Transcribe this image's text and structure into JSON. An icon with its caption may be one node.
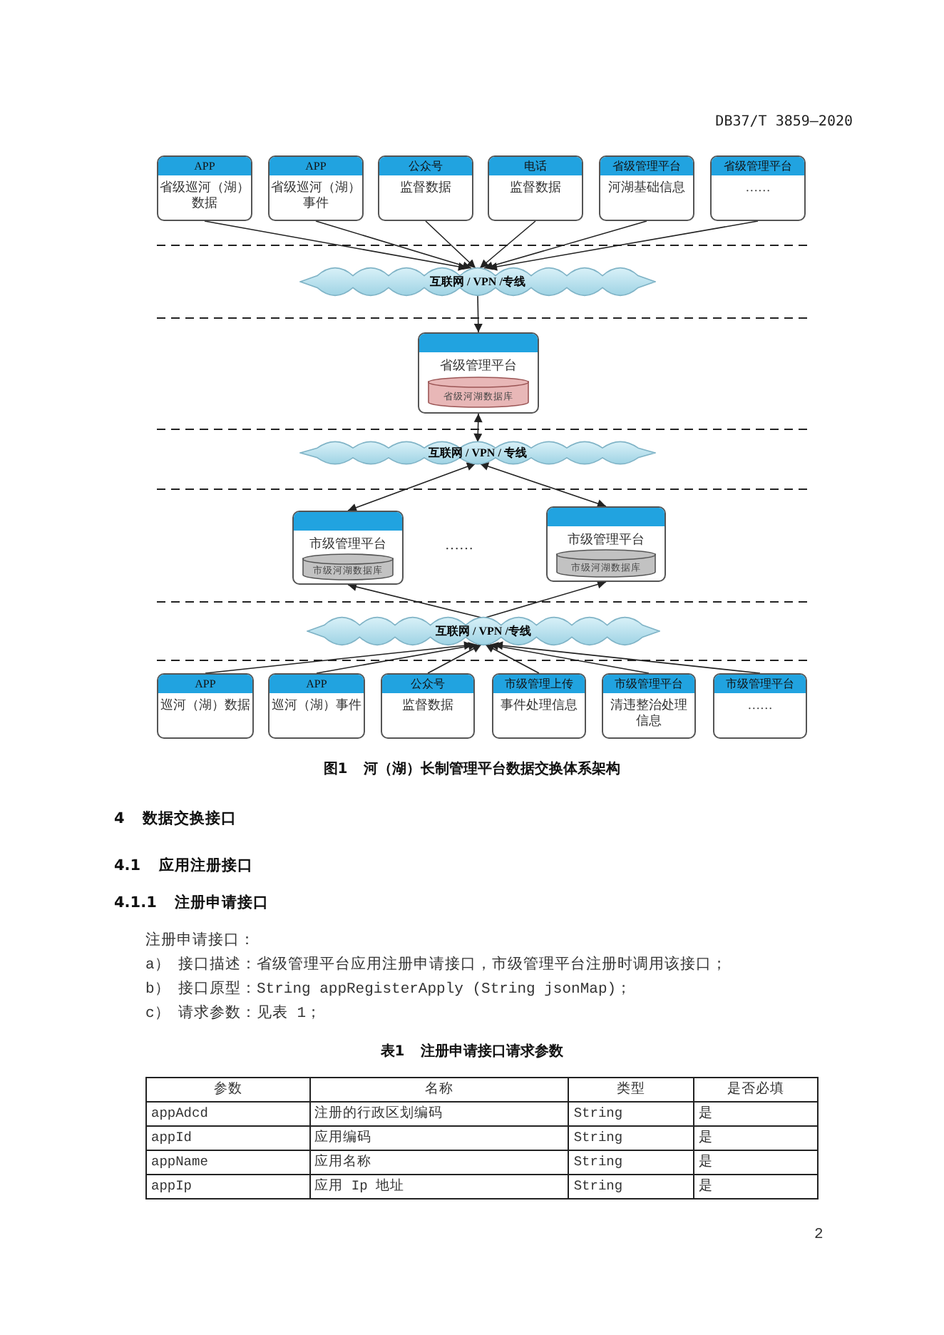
{
  "diagram": {
    "caption": "图1 河（湖）长制管理平台数据交换体系架构",
    "nodes": [
      {
        "text": [
          "APP",
          "省级巡河（湖）数据"
        ]
      },
      {
        "text": [
          "APP",
          "省级巡河（湖）事件"
        ]
      },
      {
        "text": [
          "公众号",
          "监督数据"
        ]
      },
      {
        "text": [
          "电话",
          "监督数据"
        ]
      },
      {
        "text": [
          "省级管理平台",
          "河湖基础信息"
        ]
      },
      {
        "text": [
          "省级管理平台",
          "……"
        ]
      },
      {
        "text": [
          "互联网 / VPN /专线"
        ]
      },
      {
        "text": [
          "省级管理平台"
        ]
      },
      {
        "text": [
          "省级河湖数据库"
        ],
        "in": 7
      },
      {
        "text": [
          "互联网 / VPN / 专线"
        ]
      },
      {
        "text": [
          "市级管理平台"
        ]
      },
      {
        "text": [
          "市级河湖数据库"
        ],
        "in": 10
      },
      {
        "text": [
          "市级管理平台"
        ]
      },
      {
        "text": [
          "市级河湖数据库"
        ],
        "in": 12
      },
      {
        "text": [
          "互联网 / VPN /专线"
        ]
      },
      {
        "text": [
          "APP",
          "巡河（湖）数据"
        ]
      },
      {
        "text": [
          "APP",
          "巡河（湖）事件"
        ]
      },
      {
        "text": [
          "公众号",
          "监督数据"
        ]
      },
      {
        "text": [
          "市级管理上传",
          "事件处理信息"
        ]
      },
      {
        "text": [
          "市级管理平台",
          "清违整治处理信息"
        ]
      },
      {
        "text": [
          "市级管理平台",
          "……"
        ]
      }
    ],
    "edges": [
      {
        "from": 0,
        "to": 6,
        "arrow": "to"
      },
      {
        "from": 1,
        "to": 6,
        "arrow": "to"
      },
      {
        "from": 2,
        "to": 6,
        "arrow": "to"
      },
      {
        "from": 3,
        "to": 6,
        "arrow": "to"
      },
      {
        "from": 4,
        "to": 6,
        "arrow": "to"
      },
      {
        "from": 5,
        "to": 6,
        "arrow": "to"
      },
      {
        "from": 6,
        "to": 7,
        "arrow": "to"
      },
      {
        "from": 7,
        "to": 9,
        "arrow": "both"
      },
      {
        "from": 9,
        "to": 10,
        "arrow": "both"
      },
      {
        "from": 9,
        "to": 12,
        "arrow": "both"
      },
      {
        "from": 14,
        "to": 10,
        "arrow": "to"
      },
      {
        "from": 14,
        "to": 12,
        "arrow": "to"
      },
      {
        "from": 15,
        "to": 14,
        "arrow": "to"
      },
      {
        "from": 16,
        "to": 14,
        "arrow": "to"
      },
      {
        "from": 17,
        "to": 14,
        "arrow": "to"
      },
      {
        "from": 18,
        "to": 14,
        "arrow": "to"
      },
      {
        "from": 19,
        "to": 14,
        "arrow": "to"
      },
      {
        "from": 20,
        "to": 14,
        "arrow": "to"
      }
    ],
    "labels": [
      "DB37/T 3859—2020",
      "……",
      "4 数据交换接口",
      "4.1 应用注册接口",
      "4.1.1 注册申请接口",
      "注册申请接口：",
      "a）",
      "接口描述：省级管理平台应用注册申请接口，市级管理平台注册时调用该接口；",
      "b）",
      "接口原型：String appRegisterApply (String jsonMap)；",
      "c）",
      "请求参数：见表 1；",
      "表1 注册申请接口请求参数",
      "参数",
      "名称",
      "类型",
      "是否必填",
      "appAdcd",
      "注册的行政区划编码",
      "String",
      "是",
      "appId",
      "应用编码",
      "String",
      "是",
      "appName",
      "应用名称",
      "String",
      "是",
      "appIp",
      "应用 Ip 地址",
      "String",
      "是",
      "2"
    ]
  }
}
